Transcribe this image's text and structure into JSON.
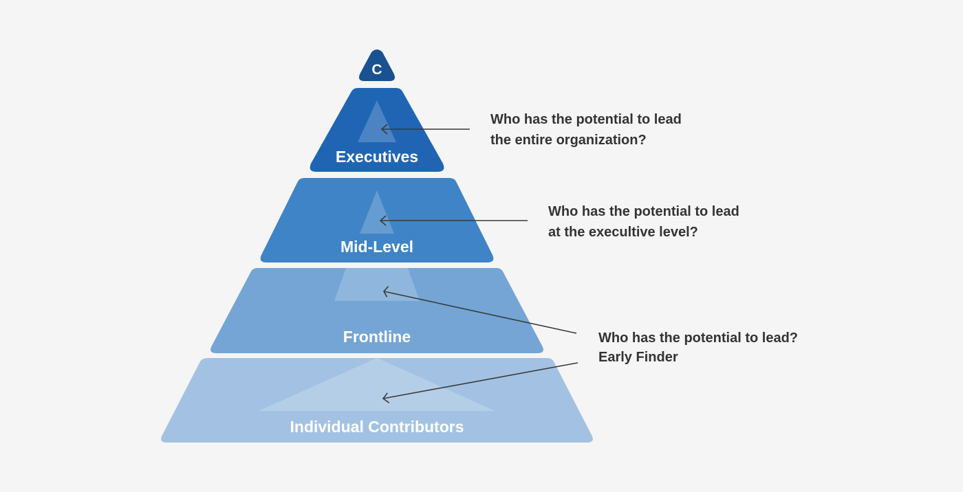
{
  "pyramid": {
    "apex_label": "C",
    "tiers": [
      {
        "label": "Executives",
        "color": "#1f65b4"
      },
      {
        "label": "Mid-Level",
        "color": "#3f84c6"
      },
      {
        "label": "Frontline",
        "color": "#74a5d5"
      },
      {
        "label": "Individual Contributors",
        "color": "#a3c2e3"
      }
    ],
    "apex_color": "#1a5190"
  },
  "annotations": [
    {
      "line1": "Who has the potential to lead",
      "line2": "the entire organization?"
    },
    {
      "line1": "Who has the potential to lead",
      "line2": "at the execultive level?"
    },
    {
      "line1": "Who has the potential to lead?",
      "line2": "Early Finder"
    }
  ],
  "colors": {
    "background": "#f5f5f5",
    "text": "#333333",
    "arrow": "#3a3a3a"
  }
}
